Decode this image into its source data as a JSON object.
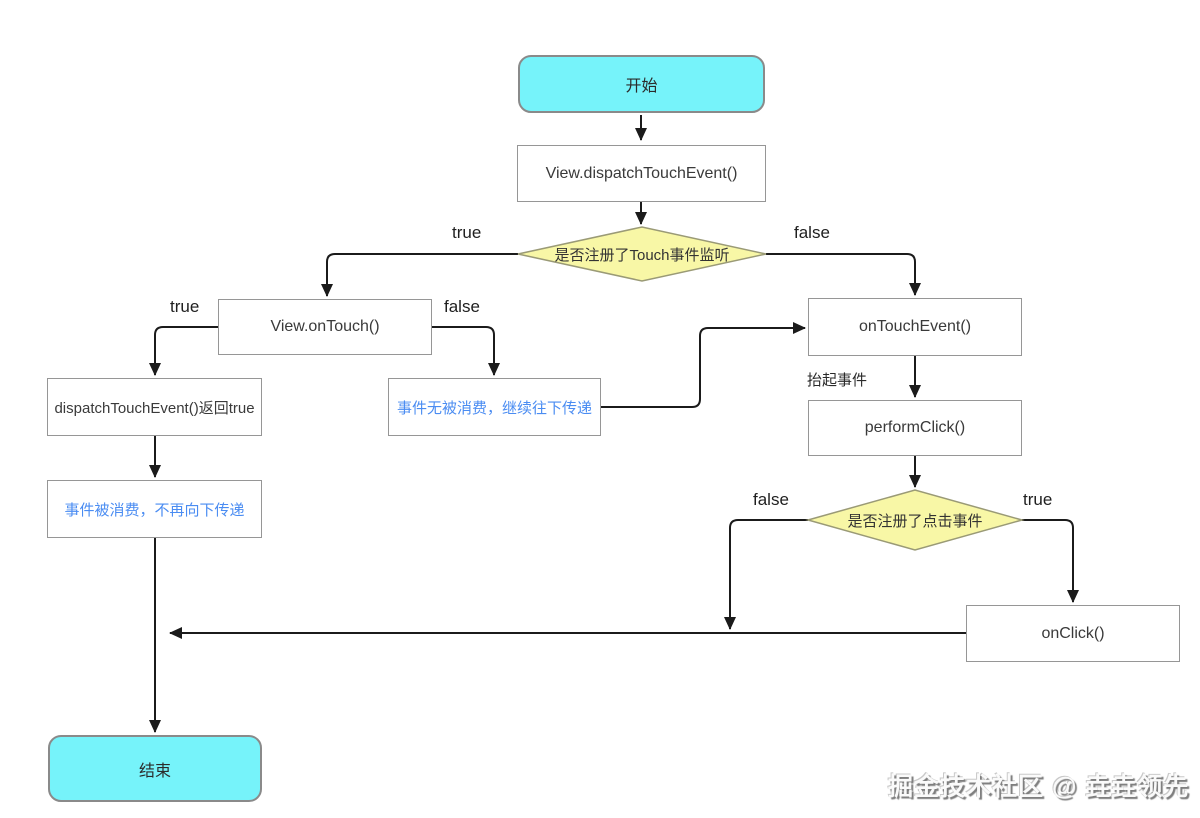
{
  "colors": {
    "terminal_fill": "#76f3fa",
    "decision_fill": "#f8f7a6",
    "process_fill": "#ffffff",
    "box_border": "#969696",
    "line": "#1b1b1b",
    "blue_text": "#4a8cf2"
  },
  "nodes": {
    "start": {
      "label": "开始"
    },
    "dispatch_touch_event": {
      "label": "View.dispatchTouchEvent()"
    },
    "decision_touch_listener": {
      "label": "是否注册了Touch事件监听"
    },
    "view_on_touch": {
      "label": "View.onTouch()"
    },
    "dispatch_return_true": {
      "label": "dispatchTouchEvent()返回true"
    },
    "event_not_consumed": {
      "label": "事件无被消费，继续往下传递"
    },
    "event_consumed": {
      "label": "事件被消费，不再向下传递"
    },
    "on_touch_event": {
      "label": "onTouchEvent()"
    },
    "perform_click": {
      "label": "performClick()"
    },
    "decision_click_listener": {
      "label": "是否注册了点击事件"
    },
    "on_click": {
      "label": "onClick()"
    },
    "end": {
      "label": "结束"
    }
  },
  "edge_labels": {
    "touch_true": "true",
    "touch_false": "false",
    "ontouch_true": "true",
    "ontouch_false": "false",
    "lift_event": "抬起事件",
    "click_false": "false",
    "click_true": "true"
  },
  "watermark": "掘金技术社区 @ 垚垚领先"
}
